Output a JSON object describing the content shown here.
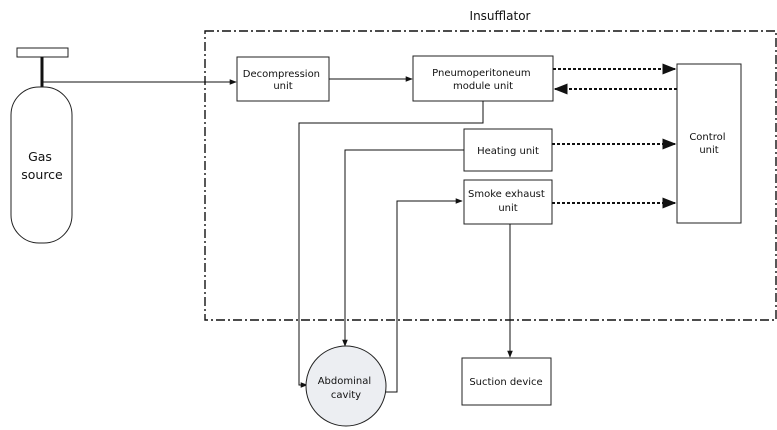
{
  "title": "Insufflator",
  "blocks": {
    "gas_source": [
      "Gas",
      "source"
    ],
    "decompression": [
      "Decompression",
      "unit"
    ],
    "pneumo": [
      "Pneumoperitoneum",
      "module unit"
    ],
    "heating": [
      "Heating unit"
    ],
    "smoke": [
      "Smoke exhaust",
      "unit"
    ],
    "control": [
      "Control",
      "unit"
    ],
    "suction": [
      "Suction device"
    ],
    "abdominal": [
      "Abdominal",
      "cavity"
    ]
  },
  "colors": {
    "abdominal_fill": "#eceef2",
    "cylinder_fill": "#ffffff",
    "line": "#111111"
  }
}
